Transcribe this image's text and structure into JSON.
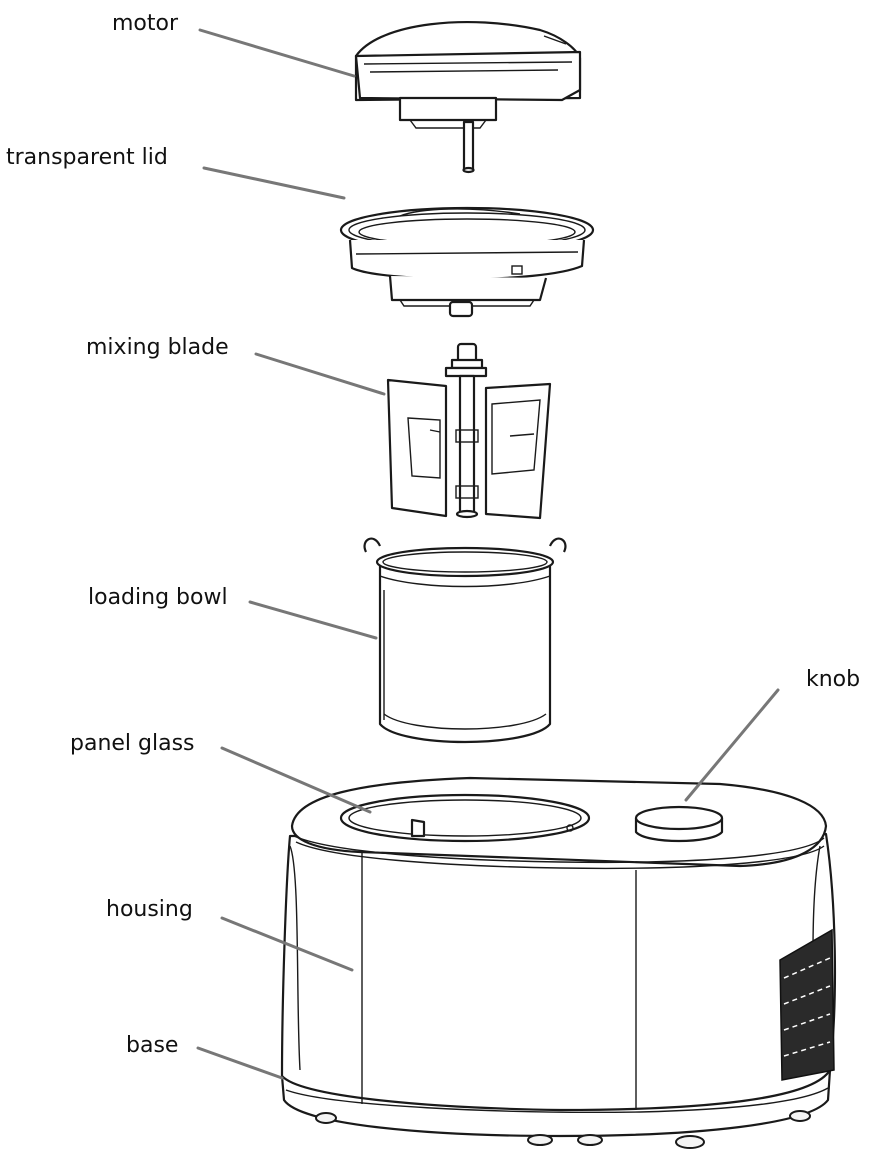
{
  "labels": {
    "motor": "motor",
    "transparent_lid": "transparent lid",
    "mixing_blade": "mixing blade",
    "loading_bowl": "loading bowl",
    "knob": "knob",
    "panel_glass": "panel glass",
    "housing": "housing",
    "base": "base"
  }
}
